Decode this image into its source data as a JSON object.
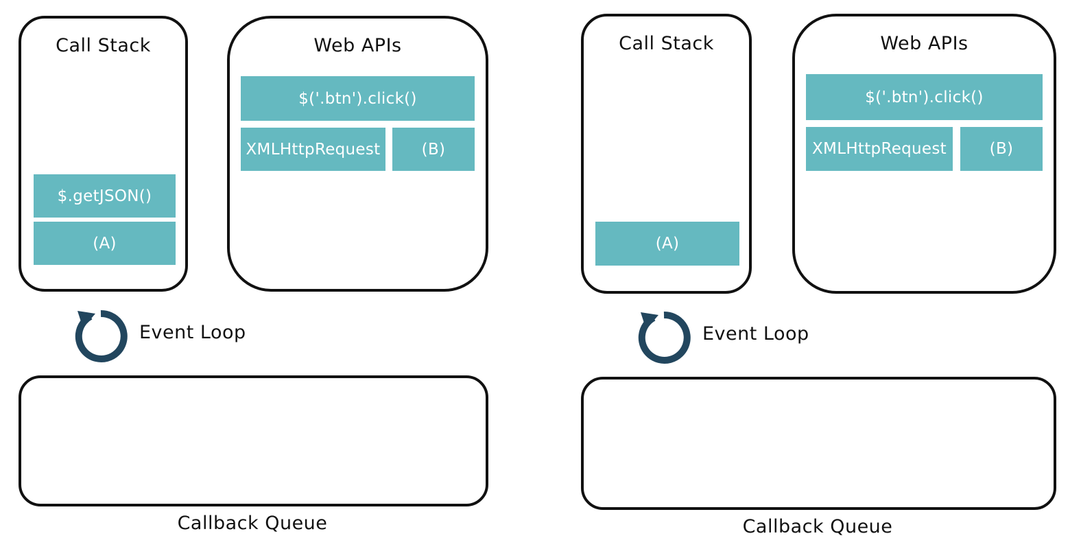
{
  "colors": {
    "block": "#65b9c0",
    "outline": "#111111",
    "loop_icon": "#22465e"
  },
  "left": {
    "call_stack": {
      "title": "Call Stack",
      "frames": [
        "$.getJSON()",
        "(A)"
      ]
    },
    "web_apis": {
      "title": "Web APIs",
      "items": [
        "$('.btn').click()",
        "XMLHttpRequest",
        "(B)"
      ]
    },
    "event_loop": {
      "label": "Event Loop",
      "icon": "refresh-icon"
    },
    "callback_queue": {
      "label": "Callback Queue"
    }
  },
  "right": {
    "call_stack": {
      "title": "Call Stack",
      "frames": [
        "(A)"
      ]
    },
    "web_apis": {
      "title": "Web APIs",
      "items": [
        "$('.btn').click()",
        "XMLHttpRequest",
        "(B)"
      ]
    },
    "event_loop": {
      "label": "Event Loop",
      "icon": "refresh-icon"
    },
    "callback_queue": {
      "label": "Callback Queue"
    }
  }
}
